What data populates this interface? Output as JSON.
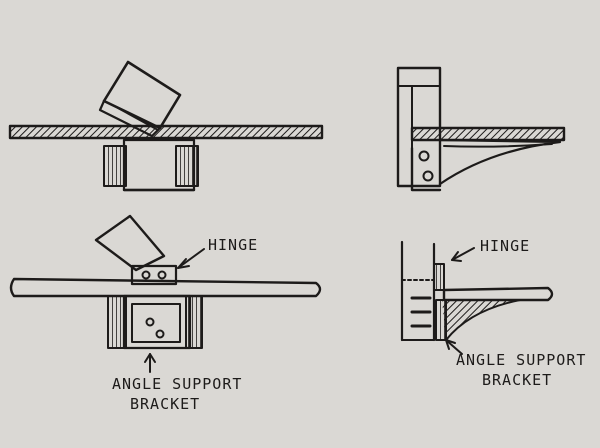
{
  "colors": {
    "paper": "#dad8d4",
    "ink": "#1d1b1a",
    "shade": "#6c6864"
  },
  "labels": {
    "hinge_front": "HINGE",
    "hinge_side": "HINGE",
    "bracket_front_line1": "ANGLE SUPPORT",
    "bracket_front_line2": "BRACKET",
    "bracket_side_line1": "ANGLE SUPPORT",
    "bracket_side_line2": "BRACKET"
  }
}
